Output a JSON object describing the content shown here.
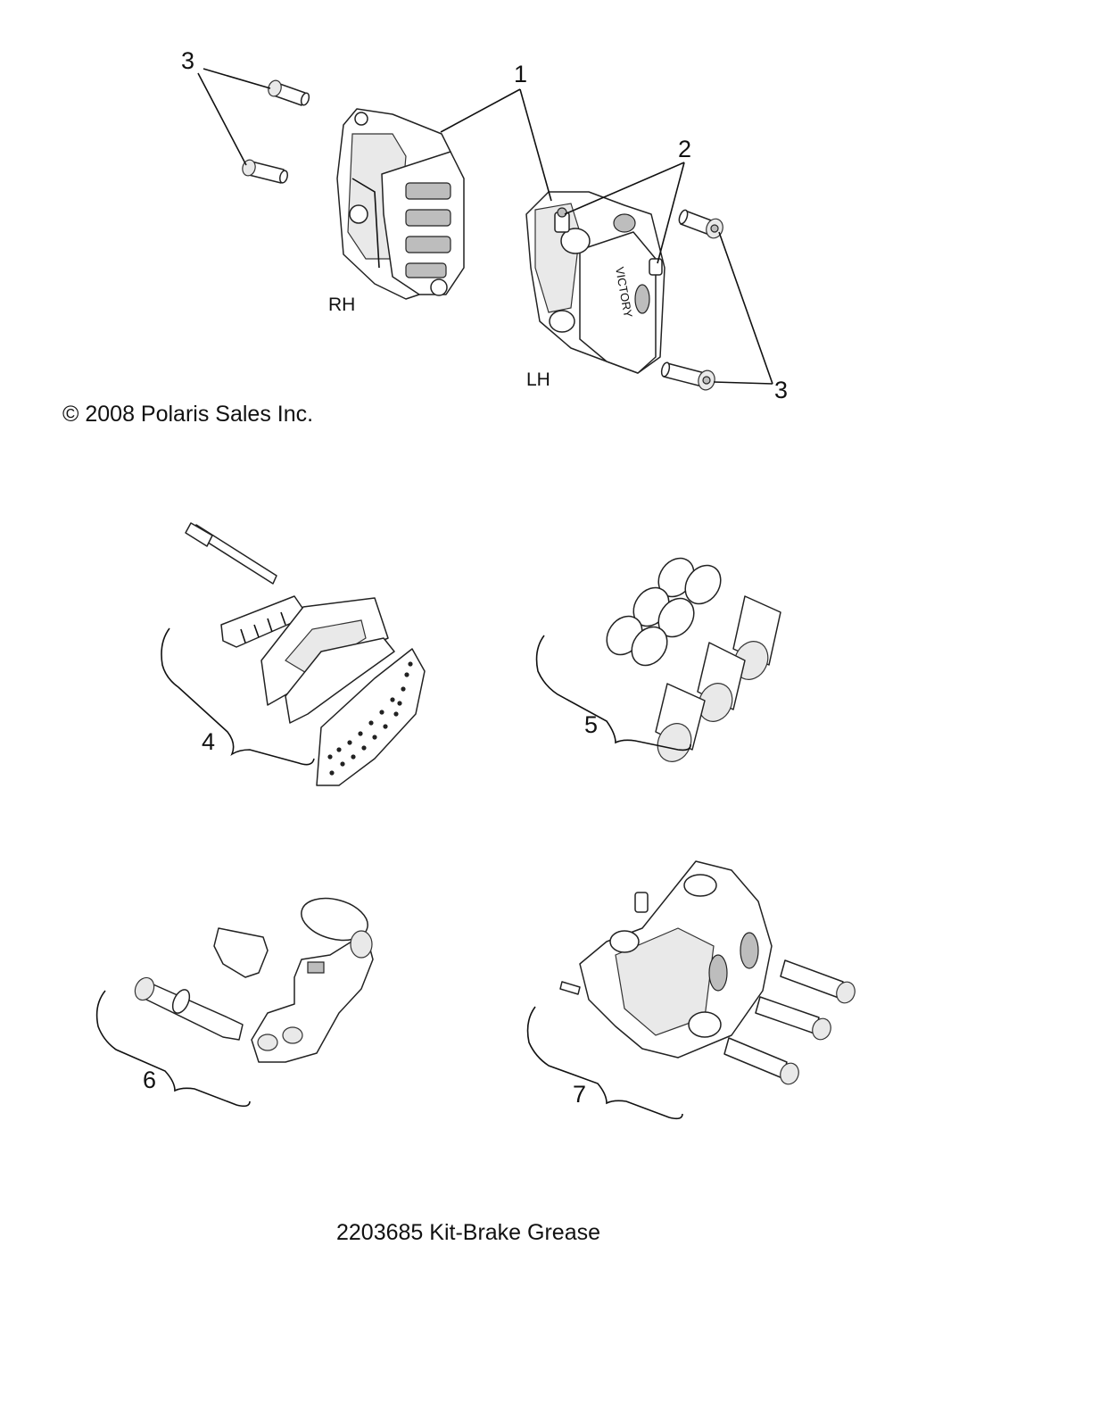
{
  "callouts": {
    "c1": "1",
    "c2": "2",
    "c3a": "3",
    "c3b": "3",
    "c4": "4",
    "c5": "5",
    "c6": "6",
    "c7": "7"
  },
  "sides": {
    "rh": "RH",
    "lh": "LH"
  },
  "copyright": "© 2008 Polaris Sales Inc.",
  "note": "2203685 Kit-Brake Grease",
  "icons": [
    "brake-caliper-rh-icon",
    "brake-caliper-lh-icon",
    "bleeder-valve-icon",
    "caliper-bolt-icon",
    "brake-pad-kit-icon",
    "piston-seal-kit-icon",
    "caliper-bracket-kit-icon",
    "caliper-assembly-icon"
  ]
}
